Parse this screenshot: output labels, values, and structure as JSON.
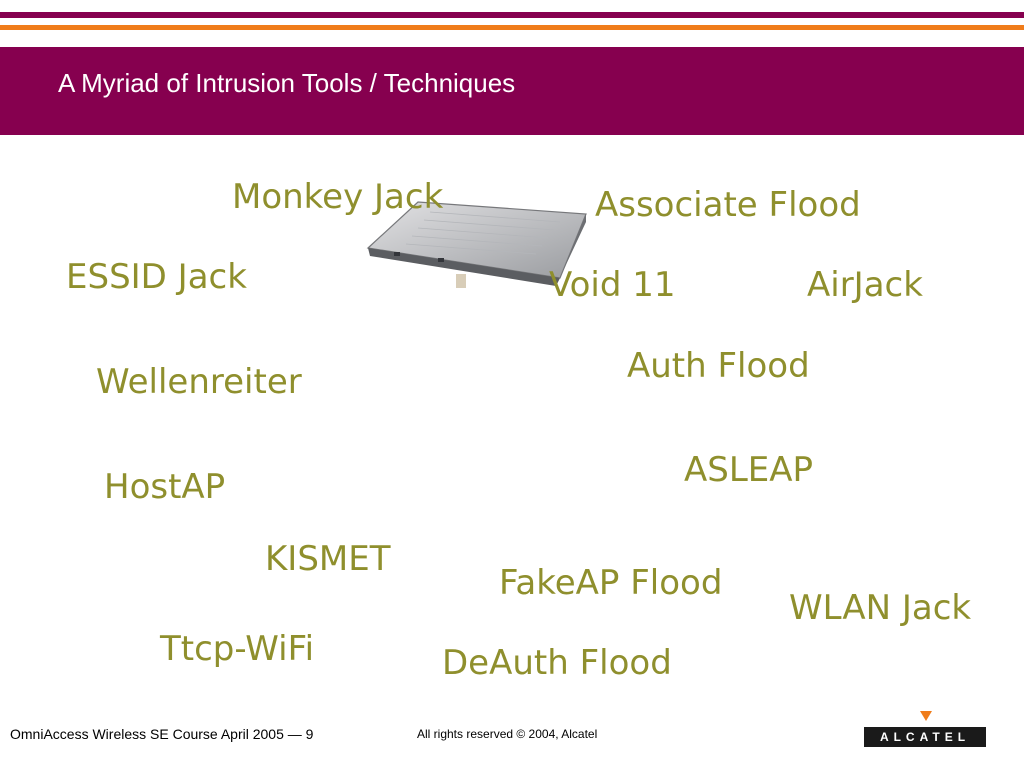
{
  "slide": {
    "title": "A Myriad of Intrusion Tools / Techniques",
    "colors": {
      "band": "#86004f",
      "accent": "#f07c1a",
      "tool_text": "#8f8f2d"
    }
  },
  "tools": [
    "Monkey Jack",
    "Associate Flood",
    "ESSID Jack",
    "Void 11",
    "AirJack",
    "Auth Flood",
    "Wellenreiter",
    "ASLEAP",
    "HostAP",
    "KISMET",
    "FakeAP Flood",
    "WLAN Jack",
    "Ttcp-WiFi",
    "DeAuth Flood"
  ],
  "image": {
    "subject": "wireless-access-point-device"
  },
  "footer": {
    "course": "OmniAccess Wireless SE Course April 2005 — 9",
    "rights": "All rights reserved © 2004, Alcatel",
    "logo_text": "ALCATEL"
  }
}
